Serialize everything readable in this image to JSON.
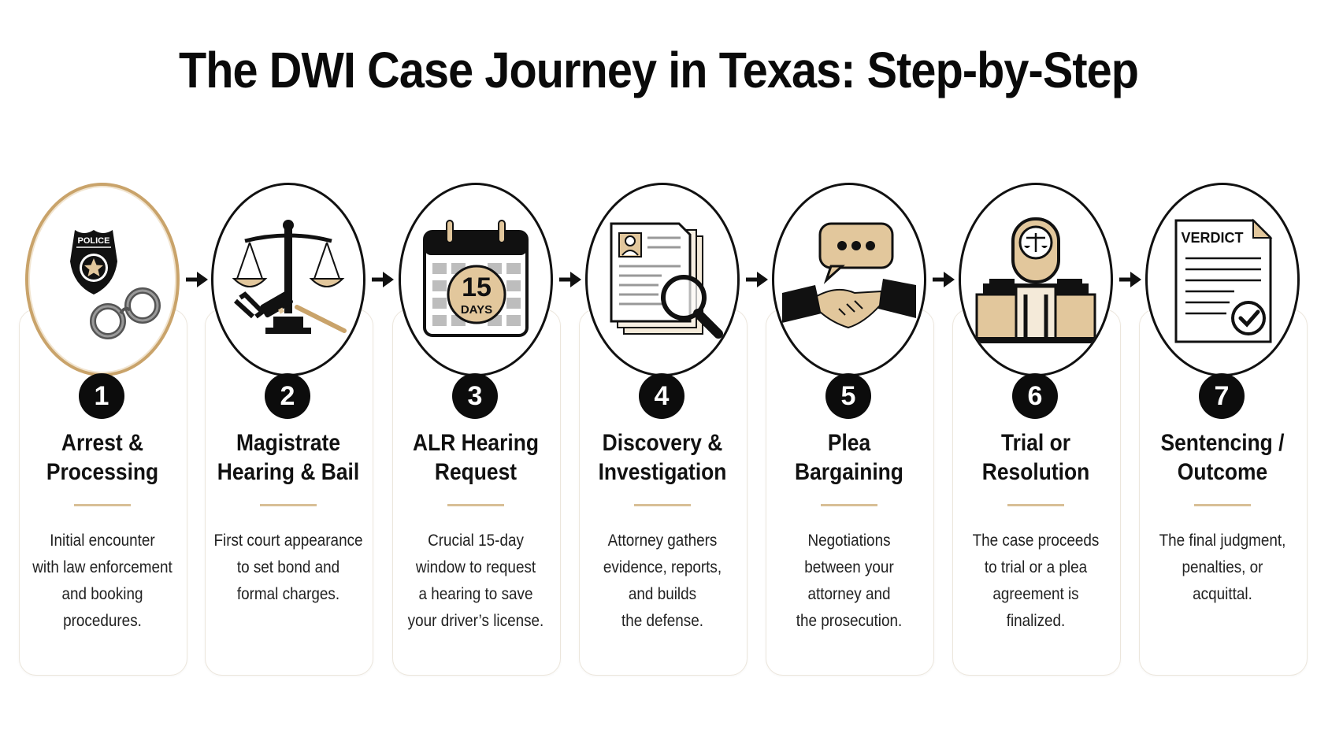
{
  "title": "The DWI Case Journey in Texas: Step-by-Step",
  "colors": {
    "accent": "#d8bf96",
    "ink": "#111111",
    "tan": "#e2c79c"
  },
  "steps": [
    {
      "number": "1",
      "icon": "police-badge-handcuffs-icon",
      "badge_text": "POLICE",
      "title": [
        "Arrest &",
        "Processing"
      ],
      "description": [
        "Initial encounter",
        "with law enforcement",
        "and booking",
        "procedures."
      ]
    },
    {
      "number": "2",
      "icon": "scales-gavel-icon",
      "title": [
        "Magistrate",
        "Hearing & Bail"
      ],
      "description": [
        "First court appearance",
        "to set bond and",
        "formal charges."
      ]
    },
    {
      "number": "3",
      "icon": "calendar-15-days-icon",
      "calendar_number": "15",
      "calendar_text": "DAYS",
      "title": [
        "ALR Hearing",
        "Request"
      ],
      "description": [
        "Crucial 15-day",
        "window to request",
        "a hearing to save",
        "your driver’s license."
      ]
    },
    {
      "number": "4",
      "icon": "documents-magnifier-icon",
      "title": [
        "Discovery &",
        "Investigation"
      ],
      "description": [
        "Attorney gathers",
        "evidence, reports,",
        "and builds",
        "the defense."
      ]
    },
    {
      "number": "5",
      "icon": "handshake-speech-icon",
      "title": [
        "Plea",
        "Bargaining"
      ],
      "description": [
        "Negotiations",
        "between your",
        "attorney and",
        "the prosecution."
      ]
    },
    {
      "number": "6",
      "icon": "courtroom-bench-icon",
      "title": [
        "Trial or",
        "Resolution"
      ],
      "description": [
        "The case proceeds",
        "to trial or a plea",
        "agreement is",
        "finalized."
      ]
    },
    {
      "number": "7",
      "icon": "verdict-document-icon",
      "doc_text": "VERDICT",
      "title": [
        "Sentencing /",
        "Outcome"
      ],
      "description": [
        "The final judgment,",
        "penalties, or",
        "acquittal."
      ]
    }
  ]
}
